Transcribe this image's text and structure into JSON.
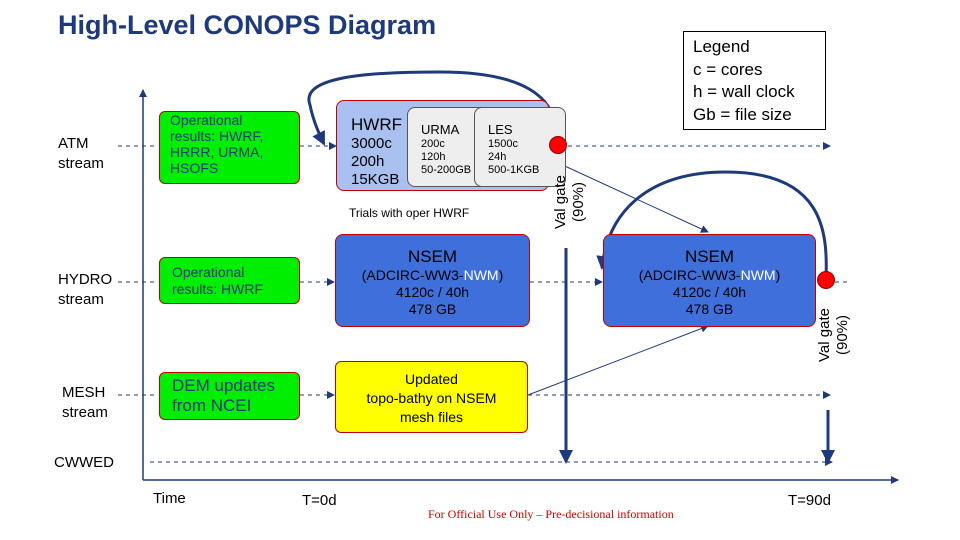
{
  "title": "High-Level CONOPS Diagram",
  "legend": {
    "heading": "Legend",
    "lines": [
      "c = cores",
      "h = wall clock",
      "Gb = file size"
    ]
  },
  "streams": {
    "atm": [
      "ATM",
      "stream"
    ],
    "hydro": [
      "HYDRO",
      "stream"
    ],
    "mesh": [
      "MESH",
      "stream"
    ],
    "cwwed": "CWWED"
  },
  "axis": {
    "time": "Time",
    "start": "T=0d",
    "end": "T=90d"
  },
  "atm_inputs": [
    "Operational",
    "results:  HWRF,",
    "HRRR,  URMA,",
    "HSOFS"
  ],
  "hwrf": {
    "name": "HWRF",
    "lines": [
      "3000c",
      "200h",
      "15KGB"
    ]
  },
  "urma": {
    "name": "URMA",
    "lines": [
      "200c",
      "120h",
      "50-200GB"
    ]
  },
  "les": {
    "name": "LES",
    "lines": [
      "1500c",
      "24h",
      "500-1KGB"
    ]
  },
  "trials_note": "Trials with oper HWRF",
  "hydro_inputs": [
    "Operational",
    "results:  HWRF"
  ],
  "nsem1": {
    "name": "NSEM",
    "model_pre": "(ADCIRC-WW3-",
    "model_nwm": "NWM",
    "model_post": ")",
    "lines": [
      "4120c / 40h",
      "478 GB"
    ]
  },
  "nsem2": {
    "name": "NSEM",
    "model_pre": "(ADCIRC-WW3-",
    "model_nwm": "NWM",
    "model_post": ")",
    "lines": [
      "4120c / 40h",
      "478 GB"
    ]
  },
  "mesh_input": [
    "DEM updates",
    "from NCEI"
  ],
  "topo": [
    "Updated",
    "topo-bathy  on NSEM",
    "mesh files"
  ],
  "valgate1": [
    "Val gate",
    "(90%)"
  ],
  "valgate2": [
    "Val gate",
    "(90%)"
  ],
  "footer": "For Official  Use Only – Pre-decisional information",
  "colors": {
    "title": "#1f3a7a",
    "green": "#00ee00",
    "blue": "#3f6fdb",
    "lightblue": "#a9c0f0",
    "yellow": "#ffff00",
    "red": "#ff0000",
    "arrow": "#1f3a7a",
    "footer": "#cc0000"
  }
}
